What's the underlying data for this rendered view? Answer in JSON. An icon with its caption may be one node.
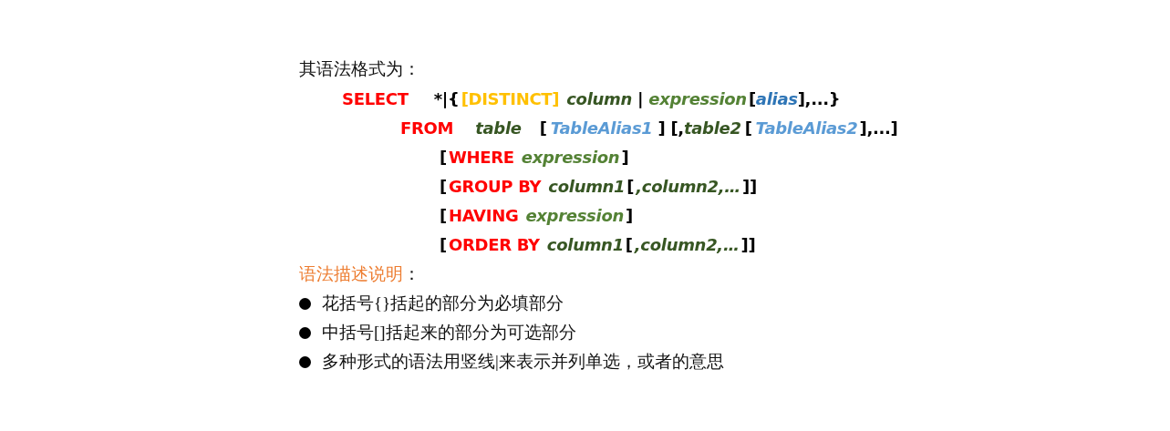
{
  "diagram": {
    "labels": [
      "其语法格式为：",
      "SELECT",
      "*|{",
      "[DISTINCT]",
      "column",
      "|",
      "expression",
      "[",
      "alias",
      "],...}",
      "FROM",
      "table",
      "[",
      "TableAlias1",
      "] [,",
      "table2",
      "[",
      "TableAlias2",
      "],...]",
      "[",
      "WHERE",
      "expression",
      "]",
      "[",
      "GROUP BY",
      "column1",
      "[",
      ",column2,…",
      "]]",
      "[",
      "HAVING",
      "expression",
      "]",
      "[",
      "ORDER BY",
      "column1",
      "[",
      ",column2,…",
      "]]",
      "语法描述说明",
      "：",
      "花括号{}括起的部分为必填部分",
      "中括号[]括起来的部分为可选部分",
      "多种形式的语法用竖线|来表示并列单选，或者的意思"
    ]
  }
}
